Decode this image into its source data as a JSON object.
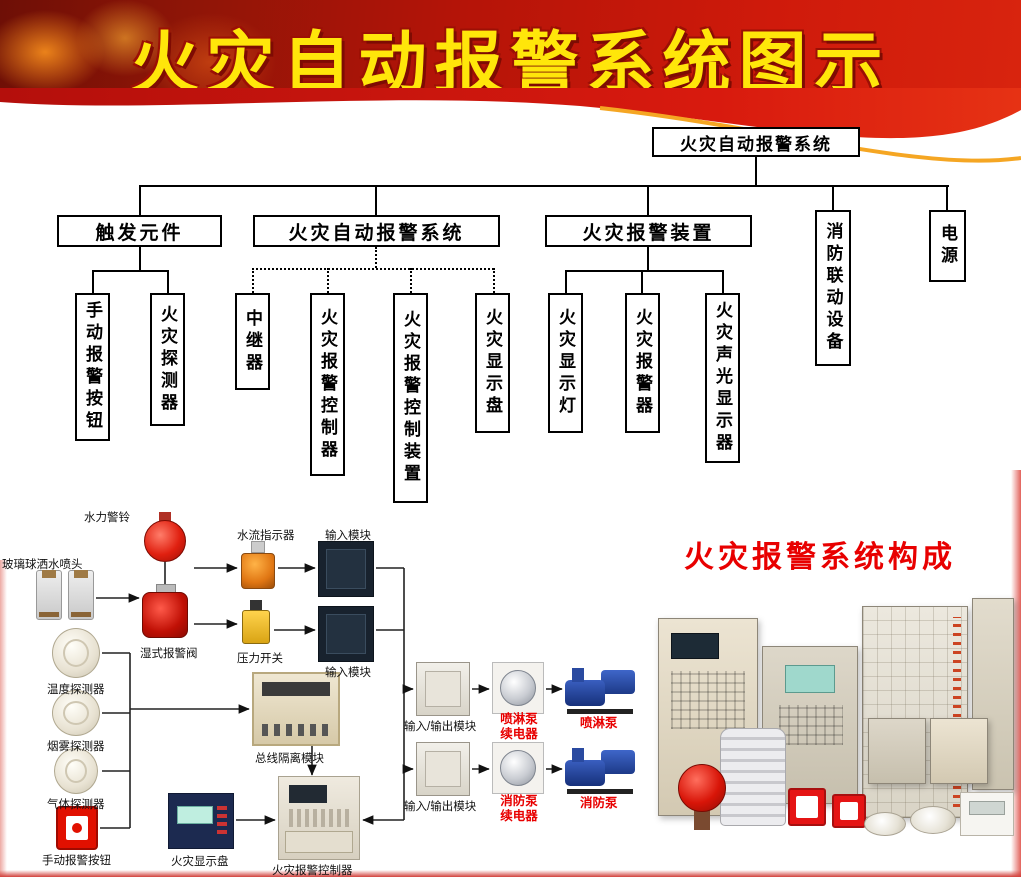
{
  "banner": {
    "title": "火灾自动报警系统图示"
  },
  "tree": {
    "root": "火灾自动报警系统",
    "branches": [
      {
        "label": "触发元件",
        "children": [
          "手动报警按钮",
          "火灾探测器"
        ]
      },
      {
        "label": "火灾自动报警系统",
        "children": [
          "中继器",
          "火灾报警控制器",
          "火灾报警控制装置",
          "火灾显示盘"
        ]
      },
      {
        "label": "火灾报警装置",
        "children": [
          "火灾显示灯",
          "火灾报警器",
          "火灾声光显示器"
        ]
      },
      {
        "label": "消防联动设备",
        "children": []
      },
      {
        "label": "电源",
        "children": []
      }
    ]
  },
  "flow": {
    "labels": {
      "bell": "水力警铃",
      "sprinkler": "玻璃球洒水喷头",
      "wet_valve": "湿式报警阀",
      "water_flow": "水流指示器",
      "pressure_switch": "压力开关",
      "input_module_1": "输入模块",
      "input_module_2": "输入模块",
      "temp_detector": "温度探测器",
      "smoke_detector": "烟雾探测器",
      "gas_detector": "气体探测器",
      "manual_button": "手动报警按钮",
      "bus_isolation": "总线隔离模块",
      "fire_display": "火灾显示盘",
      "fire_controller": "火灾报警控制器",
      "io_module_1": "输入/输出模块",
      "io_module_2": "输入/输出模块",
      "spray_relay": "喷淋泵\n续电器",
      "pump_relay": "消防泵\n续电器",
      "spray_pump": "喷淋泵",
      "fire_pump": "消防泵"
    }
  },
  "section2": {
    "title": "火灾报警系统构成"
  },
  "colors": {
    "banner_red": "#c41408",
    "title_yellow": "#ffe60a",
    "accent_red": "#e80000"
  }
}
